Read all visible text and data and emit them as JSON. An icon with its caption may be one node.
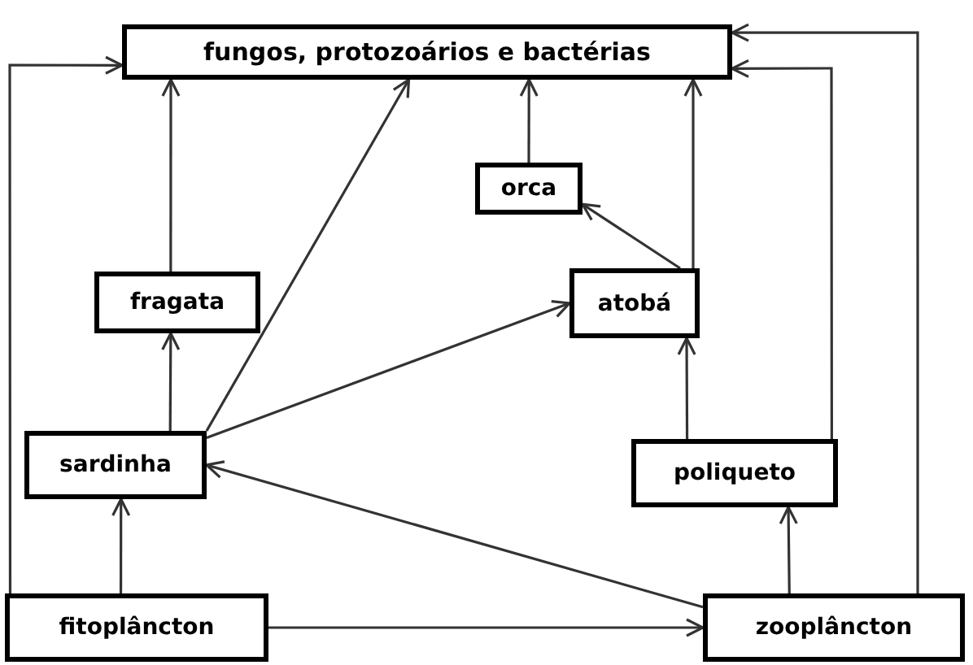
{
  "diagram": {
    "nodes": [
      {
        "text": [
          "fungos, protozoários e bactérias"
        ]
      },
      {
        "text": [
          "orca"
        ]
      },
      {
        "text": [
          "fragata"
        ]
      },
      {
        "text": [
          "atobá"
        ]
      },
      {
        "text": [
          "sardinha"
        ]
      },
      {
        "text": [
          "poliqueto"
        ]
      },
      {
        "text": [
          "fitoplâncton"
        ]
      },
      {
        "text": [
          "zooplâncton"
        ]
      }
    ],
    "edges": [
      {
        "from": 6,
        "to": 0,
        "arrow": "to"
      },
      {
        "from": 6,
        "to": 4,
        "arrow": "to"
      },
      {
        "from": 6,
        "to": 7,
        "arrow": "to"
      },
      {
        "from": 4,
        "to": 2,
        "arrow": "to"
      },
      {
        "from": 4,
        "to": 0,
        "arrow": "to"
      },
      {
        "from": 4,
        "to": 3,
        "arrow": "to"
      },
      {
        "from": 7,
        "to": 4,
        "arrow": "to"
      },
      {
        "from": 7,
        "to": 5,
        "arrow": "to"
      },
      {
        "from": 7,
        "to": 0,
        "arrow": "to"
      },
      {
        "from": 5,
        "to": 3,
        "arrow": "to"
      },
      {
        "from": 5,
        "to": 0,
        "arrow": "to"
      },
      {
        "from": 2,
        "to": 0,
        "arrow": "to"
      },
      {
        "from": 1,
        "to": 0,
        "arrow": "to"
      },
      {
        "from": 3,
        "to": 0,
        "arrow": "to"
      },
      {
        "from": 3,
        "to": 1,
        "arrow": "to"
      }
    ]
  }
}
